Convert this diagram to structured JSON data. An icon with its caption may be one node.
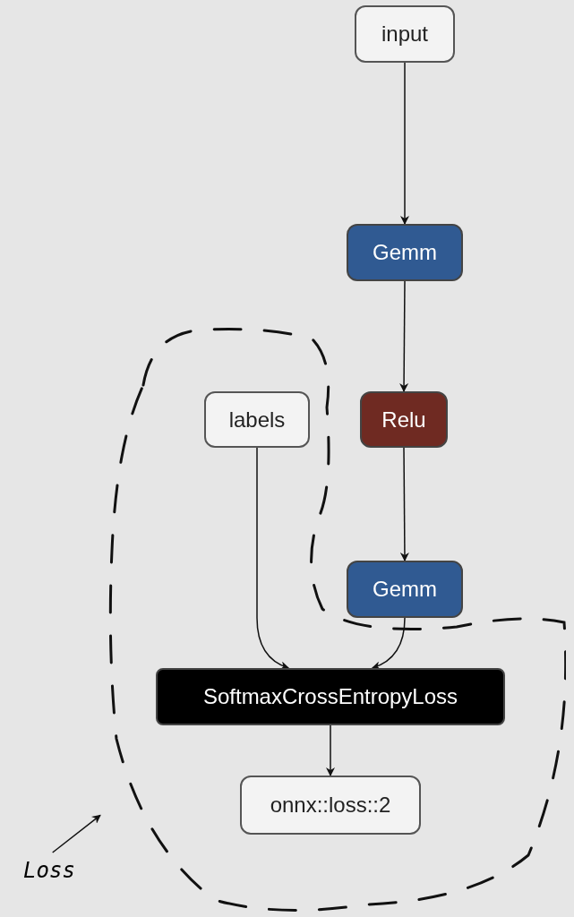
{
  "diagram": {
    "nodes": [
      {
        "text": [
          "input"
        ]
      },
      {
        "text": [
          "Gemm"
        ]
      },
      {
        "text": [],
        "shape": "loop"
      },
      {
        "text": [
          "labels"
        ],
        "in": 2
      },
      {
        "text": [
          "Relu"
        ]
      },
      {
        "text": [
          "Gemm"
        ]
      },
      {
        "text": [
          "SoftmaxCrossEntropyLoss"
        ],
        "in": 2
      },
      {
        "text": [
          "onnx::loss::2"
        ],
        "in": 2
      },
      {
        "text": [
          "Loss"
        ]
      }
    ],
    "edges": [
      {
        "from": 0,
        "to": 1,
        "arrow": "to"
      },
      {
        "from": 1,
        "to": 4,
        "arrow": "to"
      },
      {
        "from": 4,
        "to": 5,
        "arrow": "to"
      },
      {
        "from": 3,
        "to": 6,
        "arrow": "to"
      },
      {
        "from": 5,
        "to": 6,
        "arrow": "to"
      },
      {
        "from": 6,
        "to": 7,
        "arrow": "to"
      },
      {
        "from": 8,
        "to": 2,
        "arrow": "to"
      }
    ]
  }
}
